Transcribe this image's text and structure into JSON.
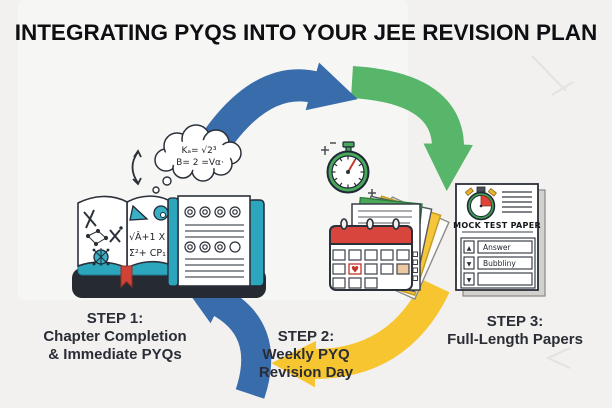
{
  "title": "INTEGRATING PYQS INTO YOUR JEE REVISION PLAN",
  "colors": {
    "background": "#f2f1ef",
    "arrow_blue": "#386cab",
    "arrow_green": "#57b669",
    "arrow_yellow": "#f6c52f",
    "teal_accent": "#2ba6bc",
    "red_accent": "#d8453c",
    "outline_dark": "#232830",
    "text_dark": "#16171b"
  },
  "steps": [
    {
      "title": "STEP 1:",
      "lines": [
        "Chapter Completion",
        "& Immediate PYQs"
      ]
    },
    {
      "title": "STEP 2:",
      "lines": [
        "Weekly PYQ",
        "Revision Day"
      ]
    },
    {
      "title": "STEP 3:",
      "lines": [
        "Full-Length Papers"
      ]
    }
  ],
  "thought_cloud": {
    "formula_top": "Kₐ= √2³",
    "formula_bottom": "B= 2 =Vα·"
  },
  "book": {
    "page_formula_top": "√Â+1 X",
    "page_formula_bottom": "Σ²+ CP₁"
  },
  "mock_test_paper": {
    "heading": "MOCK TEST PAPER",
    "row_1": "Answer",
    "row_2": "Bubbliny",
    "row_3": ""
  },
  "icons": {
    "heart": "♥",
    "spinner_up": "▲",
    "spinner_down": "▼"
  }
}
